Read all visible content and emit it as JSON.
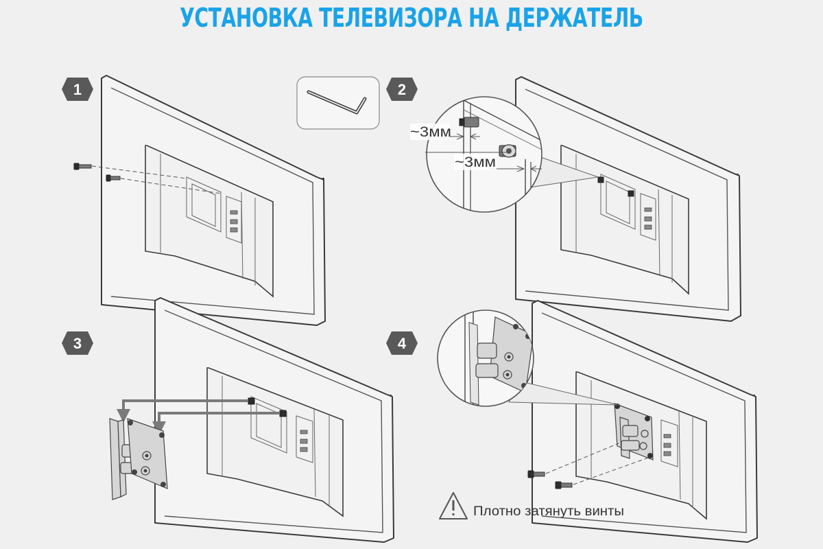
{
  "title": "УСТАНОВКА ТЕЛЕВИЗОРА НА ДЕРЖАТЕЛЬ",
  "colors": {
    "title": "#1aa3e8",
    "badge": "#595959",
    "line": "#3a3a3a",
    "background": "#f0f0f0"
  },
  "steps": [
    {
      "number": "1"
    },
    {
      "number": "2"
    },
    {
      "number": "3"
    },
    {
      "number": "4"
    }
  ],
  "dimensions": {
    "gap_upper": "~3мм",
    "gap_lower": "~3мм"
  },
  "tool": {
    "icon": "allen-key-icon"
  },
  "warning": {
    "icon": "warning-triangle-icon",
    "text": "Плотно затянуть винты"
  }
}
